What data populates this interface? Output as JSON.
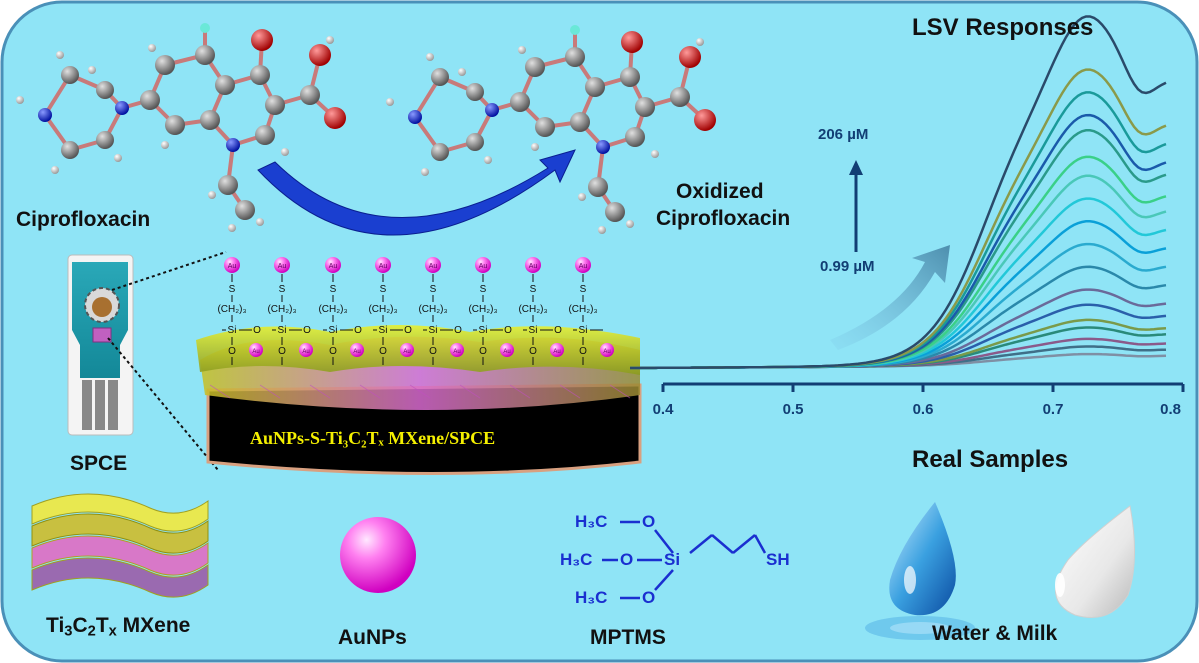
{
  "molecules": {
    "reactant_label": "Ciprofloxacin",
    "product_label_line1": "Oxidized",
    "product_label_line2": "Ciprofloxacin"
  },
  "electrode": {
    "name": "SPCE",
    "cap_label": "AuNPs-S-Ti₃C₂Tₓ MXene/SPCE",
    "au_label": "Au",
    "chain": {
      "s": "S",
      "ch2": "(CH₂)₃",
      "si": "Si",
      "o": "O"
    }
  },
  "chart_data": {
    "type": "line",
    "title": "LSV Responses",
    "x_ticks": [
      "0.4",
      "0.5",
      "0.6",
      "0.7",
      "0.8"
    ],
    "xlim": [
      0.4,
      0.8
    ],
    "arrow_labels": {
      "high": "206 µM",
      "low": "0.99 µM"
    },
    "series_colors": [
      "#7f8fa4",
      "#3f6f88",
      "#8a5a8a",
      "#2a8a7a",
      "#7a9a4a",
      "#2a5faa",
      "#6a6a9a",
      "#2a88aa",
      "#2aaacf",
      "#0aa0d8",
      "#22c8d8",
      "#4ac8b8",
      "#3ad088",
      "#2a9a8a",
      "#1a5aaa",
      "#1a9a9a",
      "#8a9a4a",
      "#2a4a6a"
    ],
    "peak_values": [
      0.03,
      0.05,
      0.07,
      0.1,
      0.12,
      0.16,
      0.2,
      0.26,
      0.32,
      0.38,
      0.44,
      0.5,
      0.55,
      0.62,
      0.66,
      0.72,
      0.78,
      0.92
    ]
  },
  "real_samples": {
    "title": "Real Samples",
    "label": "Water & Milk"
  },
  "legend": {
    "mxene_label_main": "Ti",
    "mxene_sub1": "3",
    "mxene_mid": "C",
    "mxene_sub2": "2",
    "mxene_t": "T",
    "mxene_sub3": "x",
    "mxene_tail": " MXene",
    "aunps_label": "AuNPs",
    "mptms_label": "MPTMS",
    "mptms_atoms": {
      "h3c": "H₃C",
      "o": "O",
      "si": "Si",
      "sh": "SH"
    }
  },
  "colors": {
    "panel": "#8fe4f6",
    "border": "#4a90b8",
    "blue_arrow": "#1a3fd0",
    "electrode_cap": "#000000",
    "cap_text": "#f5f000",
    "au_particle": "#ff3fe8",
    "mptms": "#1a2fd0"
  }
}
